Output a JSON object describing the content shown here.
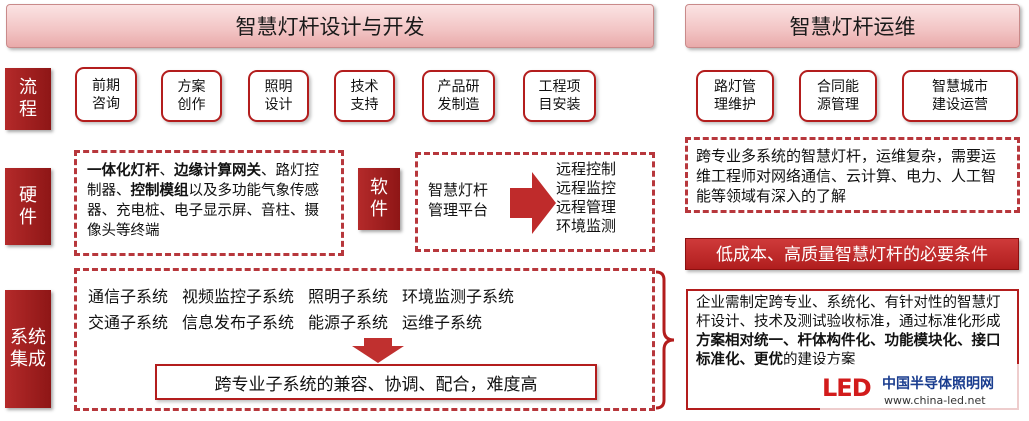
{
  "left_header": "智慧灯杆设计与开发",
  "right_header": "智慧灯杆运维",
  "side_labels": {
    "process": "流\n程",
    "hardware": "硬\n件",
    "software": "软\n件",
    "system": "系统\n集成"
  },
  "process_steps": [
    "前期\n咨询",
    "方案\n创作",
    "照明\n设计",
    "技术\n支持",
    "产品研\n发制造",
    "工程项\n目安装"
  ],
  "ops_steps": [
    "路灯管\n理维护",
    "合同能\n源管理",
    "智慧城市\n建设运营"
  ],
  "hardware": {
    "b1": "一体化灯杆",
    "sep1": "、",
    "b2": "边缘计算网关",
    "t1": "、路灯控制器、",
    "b3": "控制模组",
    "t2": "以及多功能气象传感器、充电桩、电子显示屏、音柱、摄像头等终端"
  },
  "software": {
    "platform": "智慧灯杆\n管理平台",
    "functions": [
      "远程控制",
      "远程监控",
      "远程管理",
      "环境监测"
    ]
  },
  "ops_note": "跨专业多系统的智慧灯杆，运维复杂，需要运维工程师对网络通信、云计算、电力、人工智能等领域有深入的了解",
  "subsystems": {
    "row1": [
      "通信子系统",
      "视频监控子系统",
      "照明子系统",
      "环境监测子系统"
    ],
    "row2": [
      "交通子系统",
      "信息发布子系统",
      "能源子系统",
      "运维子系统"
    ]
  },
  "integration_note": "跨专业子系统的兼容、协调、配合，难度高",
  "requirement_title": "低成本、高质量智慧灯杆的必要条件",
  "requirement": {
    "t1": "企业需制定跨专业、系统化、有针对性的智慧灯杆设计、技术及测试验收标准，通过标准化形成",
    "b1": "方案相对统一、杆体构件化、功能模块化、接口标准化、更优",
    "t2": "的建设方案"
  },
  "watermark": {
    "logo": "LED",
    "name": "中国半导体照明网",
    "url": "www.china-led.net"
  }
}
